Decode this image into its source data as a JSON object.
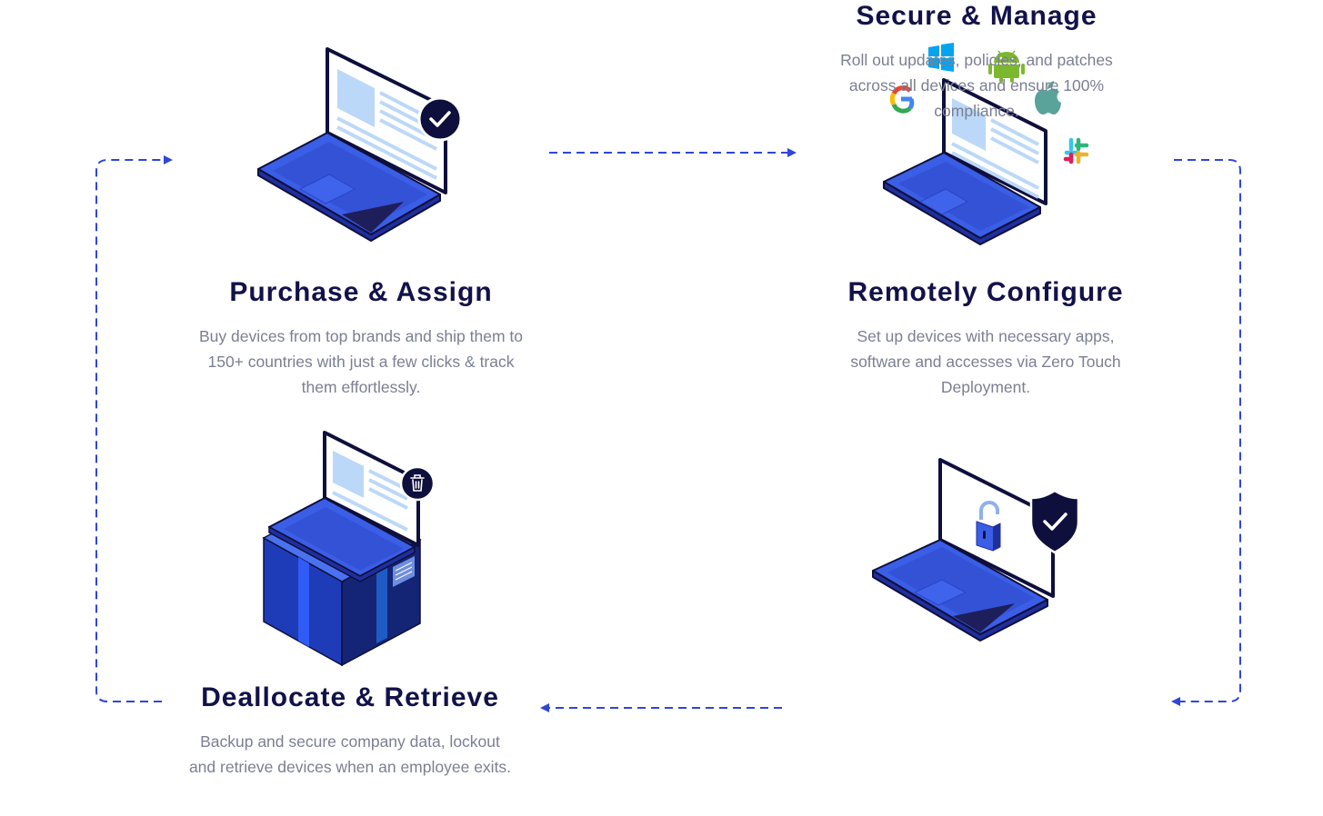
{
  "colors": {
    "title": "#12124a",
    "description": "#7b7f93",
    "connector": "#2f46d8",
    "laptop_blue": "#3a5ee6",
    "outline": "#0f0f3d",
    "screen": "#ffffff",
    "screen_accent": "#bcd8f8"
  },
  "steps": [
    {
      "title": "Purchase & Assign",
      "description": "Buy devices from top brands and ship them to 150+ countries with just a few clicks & track them effortlessly.",
      "badge_icon": "check-icon"
    },
    {
      "title": "Remotely Configure",
      "description": "Set up devices with necessary apps, software and accesses via Zero Touch Deployment.",
      "brand_icons": [
        "windows-icon",
        "android-icon",
        "google-icon",
        "apple-icon",
        "slack-icon"
      ]
    },
    {
      "title": "Deallocate & Retrieve",
      "description": "Backup and secure company data, lockout and retrieve devices when an employee exits.",
      "badge_icon": "trash-icon"
    },
    {
      "title": "Secure & Manage",
      "description": "Roll out updates, policies, and patches across all devices and ensure 100% compliance.",
      "badge_icon": "shield-check-icon"
    }
  ]
}
